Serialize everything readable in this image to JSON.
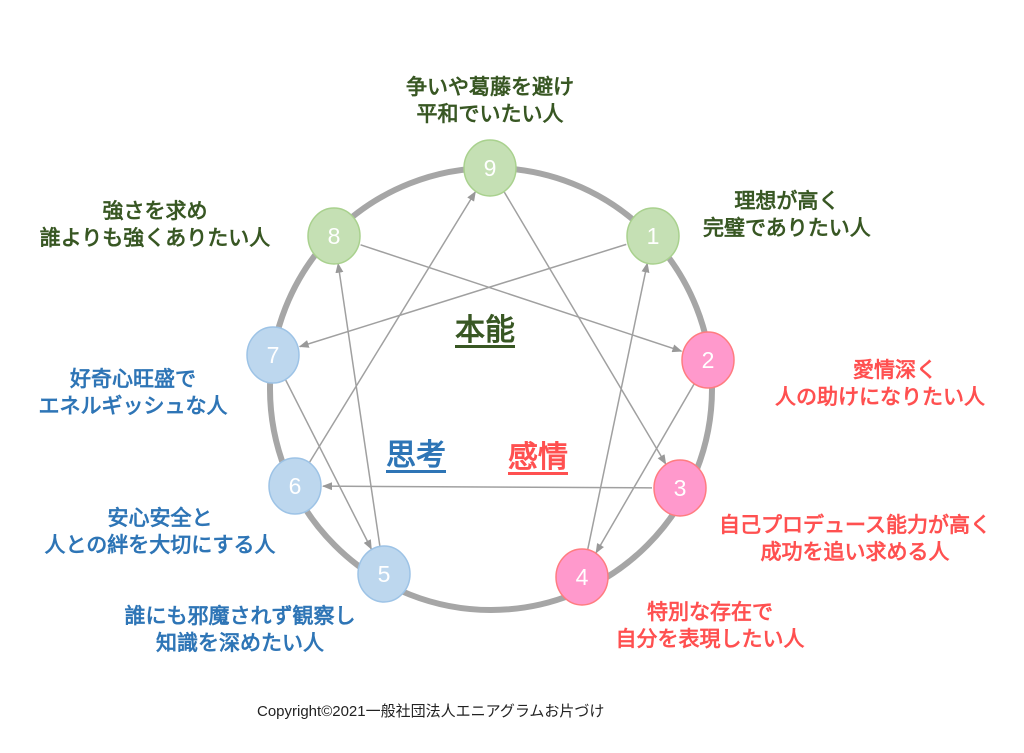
{
  "colors": {
    "instinct": "#385723",
    "thinking": "#2e75b6",
    "feeling": "#ff5050"
  },
  "centers": {
    "instinct": "本能",
    "thinking": "思考",
    "feeling": "感情"
  },
  "types": [
    {
      "num": "1",
      "lines": [
        "理想が高く",
        "完璧でありたい人"
      ],
      "group": "instinct"
    },
    {
      "num": "2",
      "lines": [
        "愛情深く",
        "人の助けになりたい人"
      ],
      "group": "feeling"
    },
    {
      "num": "3",
      "lines": [
        "自己プロデュース能力が高く",
        "成功を追い求める人"
      ],
      "group": "feeling"
    },
    {
      "num": "4",
      "lines": [
        "特別な存在で",
        "自分を表現したい人"
      ],
      "group": "feeling"
    },
    {
      "num": "5",
      "lines": [
        "誰にも邪魔されず観察し",
        "知識を深めたい人"
      ],
      "group": "thinking"
    },
    {
      "num": "6",
      "lines": [
        "安心安全と",
        "人との絆を大切にする人"
      ],
      "group": "thinking"
    },
    {
      "num": "7",
      "lines": [
        "好奇心旺盛で",
        "エネルギッシュな人"
      ],
      "group": "thinking"
    },
    {
      "num": "8",
      "lines": [
        "強さを求め",
        "誰よりも強くありたい人"
      ],
      "group": "instinct"
    },
    {
      "num": "9",
      "lines": [
        "争いや葛藤を避け",
        "平和でいたい人"
      ],
      "group": "instinct"
    }
  ],
  "arrows": [
    [
      "1",
      "7"
    ],
    [
      "7",
      "5"
    ],
    [
      "5",
      "8"
    ],
    [
      "8",
      "2"
    ],
    [
      "2",
      "4"
    ],
    [
      "4",
      "1"
    ],
    [
      "9",
      "3"
    ],
    [
      "3",
      "6"
    ],
    [
      "6",
      "9"
    ]
  ],
  "copyright": "Copyright©2021一般社団法人エニアグラムお片づけ"
}
